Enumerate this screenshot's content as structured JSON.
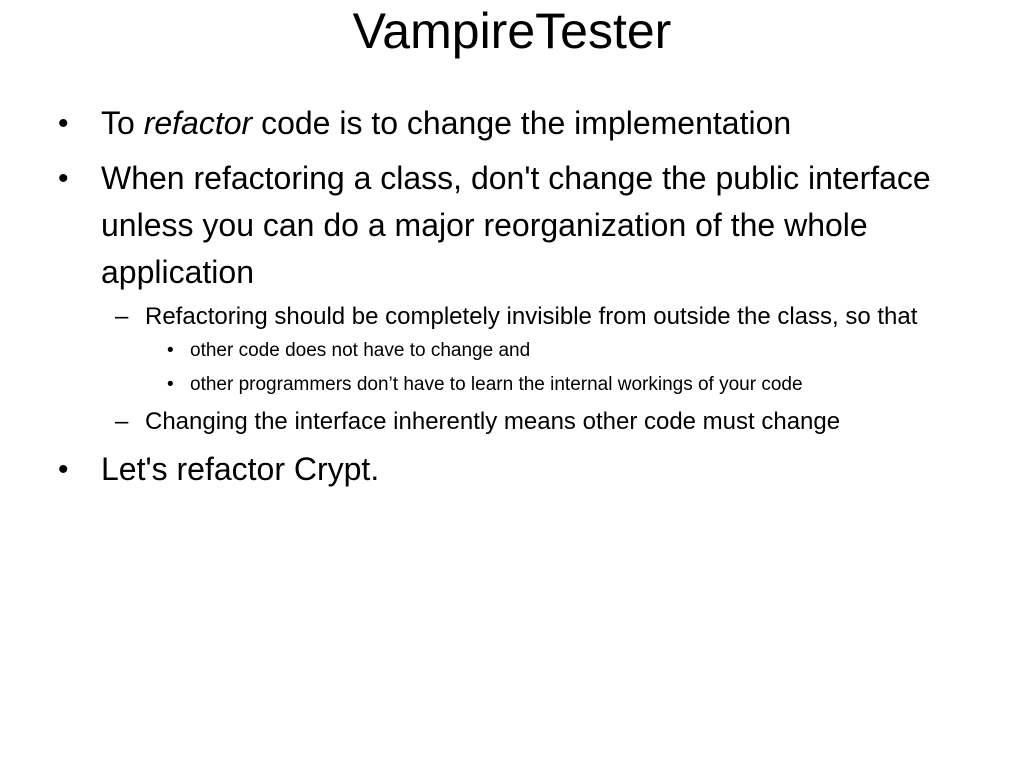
{
  "slide": {
    "title": "VampireTester",
    "bullets": [
      {
        "before": "To ",
        "emph": "refactor",
        "after": " code is to change the implementation"
      },
      {
        "text": "When refactoring a class, don't change the public interface unless you can do a major reorganization of the whole application",
        "sub": [
          {
            "text": "Refactoring should be completely invisible from outside the class, so that",
            "sub": [
              "other code does not have to change and",
              "other programmers don’t have to learn the internal  workings of your code"
            ]
          },
          {
            "text": "Changing the interface inherently means other code must change"
          }
        ]
      },
      {
        "text": "Let's refactor Crypt."
      }
    ],
    "markers": {
      "level1": "•",
      "level2": "–",
      "level3": "•"
    }
  }
}
